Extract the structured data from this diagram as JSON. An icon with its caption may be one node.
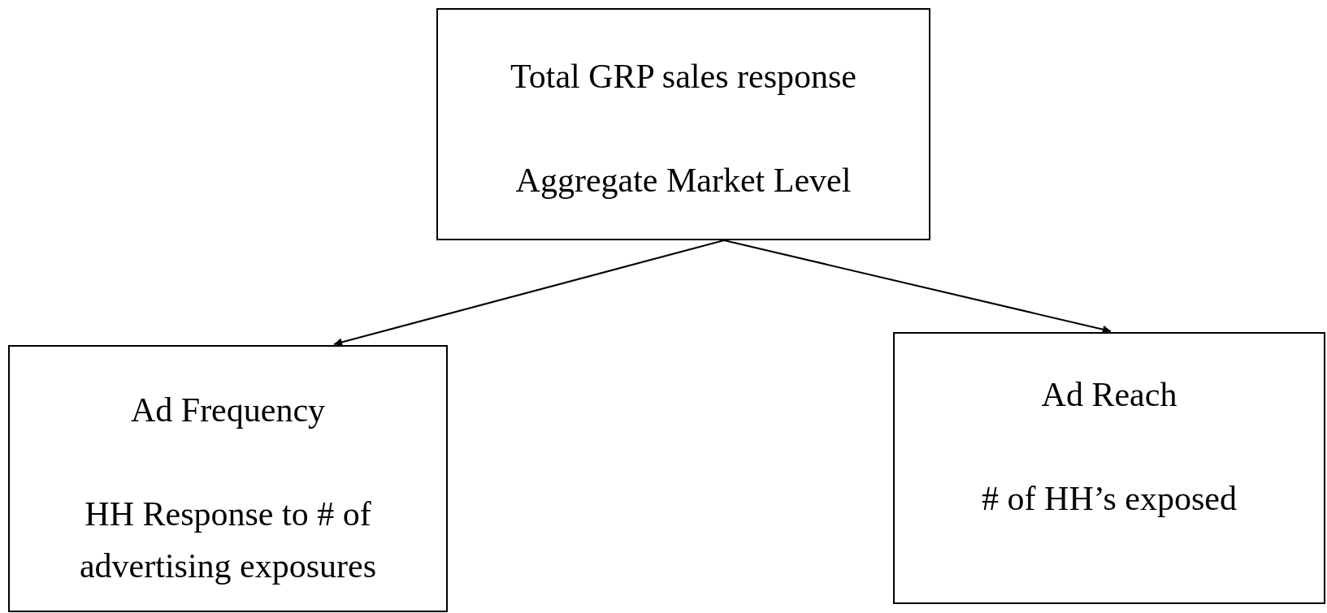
{
  "diagram": {
    "nodes": [
      {
        "text": [
          "Total GRP sales response",
          "Aggregate Market Level"
        ]
      },
      {
        "text": [
          "Ad Frequency",
          "HH Response to # of advertising exposures"
        ]
      },
      {
        "text": [
          "Ad Reach",
          "# of HH’s exposed"
        ]
      }
    ],
    "edges": [
      {
        "from": 0,
        "to": 1,
        "arrow": "to"
      },
      {
        "from": 0,
        "to": 2,
        "arrow": "to"
      }
    ]
  }
}
